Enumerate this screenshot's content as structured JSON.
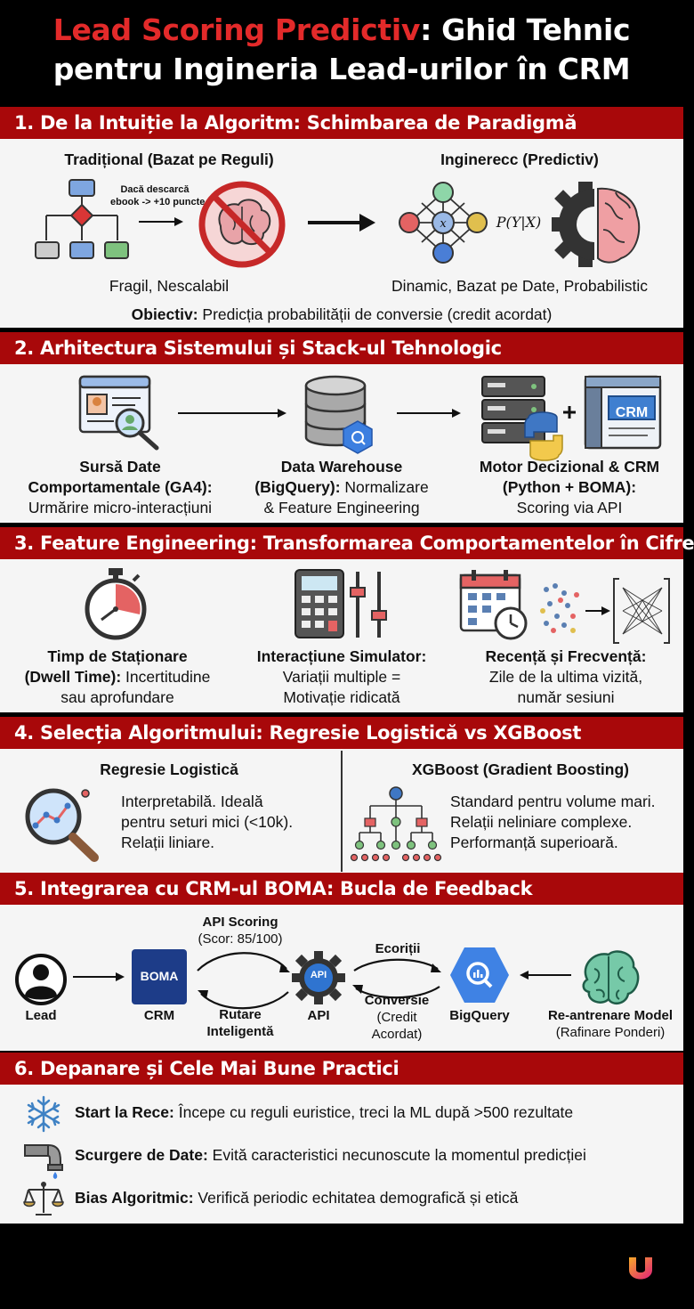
{
  "header": {
    "title_accent": "Lead Scoring Predictiv",
    "title_rest": ": Ghid Tehnic",
    "title_line2": "pentru Ingineria Lead-urilor în CRM"
  },
  "section1": {
    "heading": "1. De la Intuiție la Algoritm: Schimbarea de Paradigmă",
    "traditional_title": "Tradițional (Bazat pe Reguli)",
    "rule_line1": "Dacă descarcă",
    "rule_line2": "ebook -> +10 puncte",
    "traditional_caption": "Fragil, Nescalabil",
    "engineering_title": "Inginerесc (Predictiv)",
    "probability_label": "P(Y|X)",
    "engineering_caption": "Dinamic, Bazat pe Date, Probabilistic",
    "objective_label": "Obiectiv:",
    "objective_text": " Predicția probabilității de conversie (credit acordat)"
  },
  "section2": {
    "heading": "2. Arhitectura Sistemului și Stack-ul Tehnologic",
    "source_title1": "Sursă Date",
    "source_title2": "Comportamentale (GA4):",
    "source_desc": "Urmărire micro-interacțiuni",
    "warehouse_title": "Data Warehouse",
    "warehouse_line2_bold": "(BigQuery):",
    "warehouse_line2_rest": " Normalizare",
    "warehouse_line3": "& Feature Engineering",
    "engine_title1": "Motor Decizional & CRM",
    "engine_title2": "(Python + BOMA):",
    "engine_desc": "Scoring via API",
    "crm_label": "CRM"
  },
  "section3": {
    "heading": "3. Feature Engineering: Transformarea Comportamentelor în Cifre",
    "dwell_title": "Timp de Staționare",
    "dwell_line2_bold": "(Dwell Time):",
    "dwell_line2_rest": " Incertitudine",
    "dwell_line3": "sau aprofundare",
    "sim_title": "Interacțiune Simulator:",
    "sim_line2": "Variații multiple =",
    "sim_line3": "Motivație ridicată",
    "rec_title": "Recență și Frecvență:",
    "rec_line2": "Zile de la ultima vizită,",
    "rec_line3": "număr sesiuni"
  },
  "section4": {
    "heading": "4. Selecția Algoritmului: Regresie Logistică vs XGBoost",
    "logreg_title": "Regresie Logistică",
    "logreg_line1": "Interpretabilă. Ideală",
    "logreg_line2": "pentru seturi mici (<10k).",
    "logreg_line3": "Relații liniare.",
    "xgb_title": "XGBoost (Gradient Boosting)",
    "xgb_line1": "Standard pentru volume mari.",
    "xgb_line2": "Relații neliniare complexe.",
    "xgb_line3": "Performanță superioară."
  },
  "section5": {
    "heading": "5. Integrarea cu CRM-ul BOMA: Bucla de Feedback",
    "lead_label": "Lead",
    "boma_logo": "BOMA",
    "crm_label": "CRM",
    "api_icon": "API",
    "api_label": "API",
    "bigquery_label": "BigQuery",
    "retrain_title": "Re-antrenare Model",
    "retrain_sub": "(Rafinare Ponderi)",
    "scoring_title": "API Scoring",
    "scoring_sub": "(Scor: 85/100)",
    "routing_line1": "Rutare",
    "routing_line2": "Inteligentă",
    "ecoritii": "Ecorіții",
    "conversions_title": "Conversie",
    "conversions_sub1": "(Credit",
    "conversions_sub2": "Acordat)"
  },
  "section6": {
    "heading": "6. Depanare și Cele Mai Bune Practici",
    "tips": [
      {
        "bold": "Start la Rece:",
        "text": " Începe cu reguli euristice, treci la ML după >500 rezultate",
        "icon": "snowflake-icon"
      },
      {
        "bold": "Scurgere de Date:",
        "text": " Evită caracteristici necunoscute la momentul predicției",
        "icon": "leaking-pipe-icon"
      },
      {
        "bold": "Bias Algoritmic:",
        "text": " Verifică periodic echitatea demografică și etică",
        "icon": "balance-scale-icon"
      }
    ]
  }
}
